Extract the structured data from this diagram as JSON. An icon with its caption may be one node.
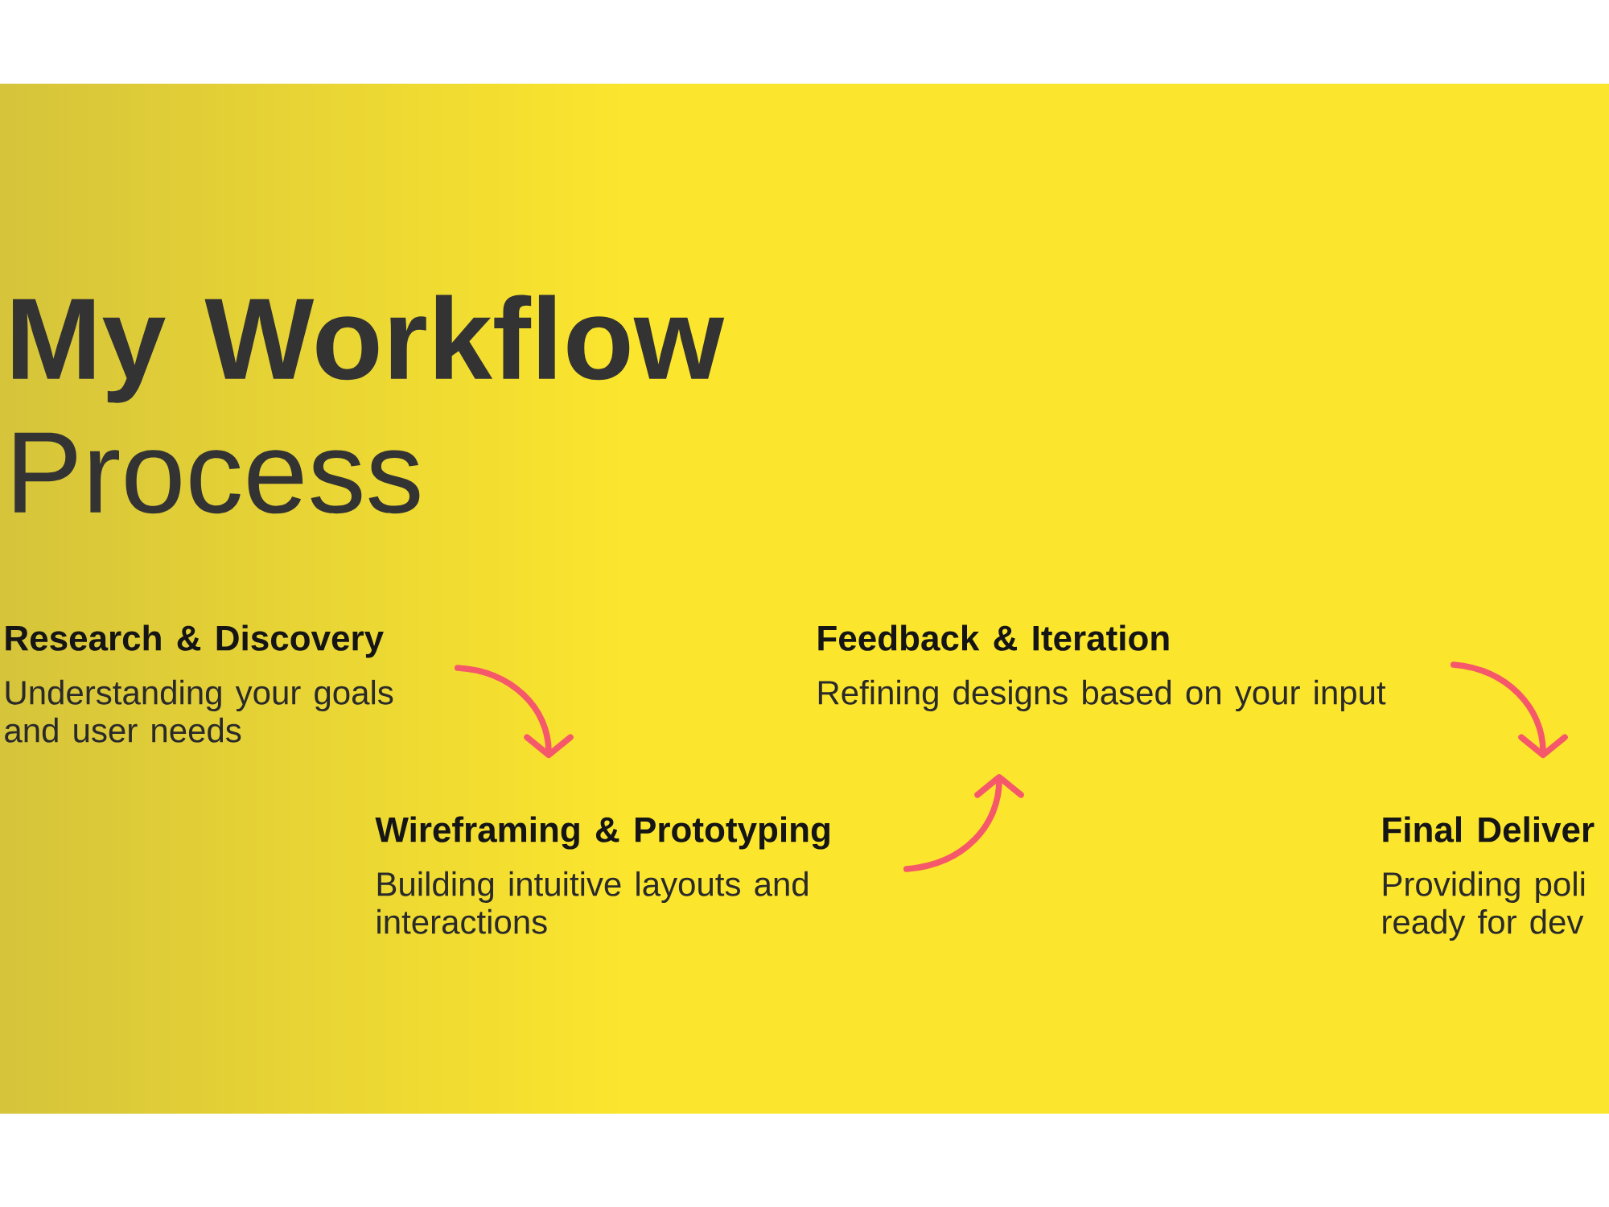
{
  "diagram": {
    "title": "**My Workflow** Process",
    "nodes": [
      {
        "text": [
          "Research & Discovery",
          "Understanding your goals and user needs"
        ]
      },
      {
        "text": [
          "Wireframing & Prototyping",
          "Building intuitive layouts and interactions"
        ]
      },
      {
        "text": [
          "Feedback & Iteration",
          "Refining designs based on your input"
        ]
      },
      {
        "text": [
          "Final Deliver",
          "Providing poli ready for dev"
        ]
      }
    ],
    "edges": [
      {
        "from": 0,
        "to": 1,
        "arrow": "to"
      },
      {
        "from": 1,
        "to": 2,
        "arrow": "to"
      },
      {
        "from": 2,
        "to": 3,
        "arrow": "to"
      }
    ]
  }
}
